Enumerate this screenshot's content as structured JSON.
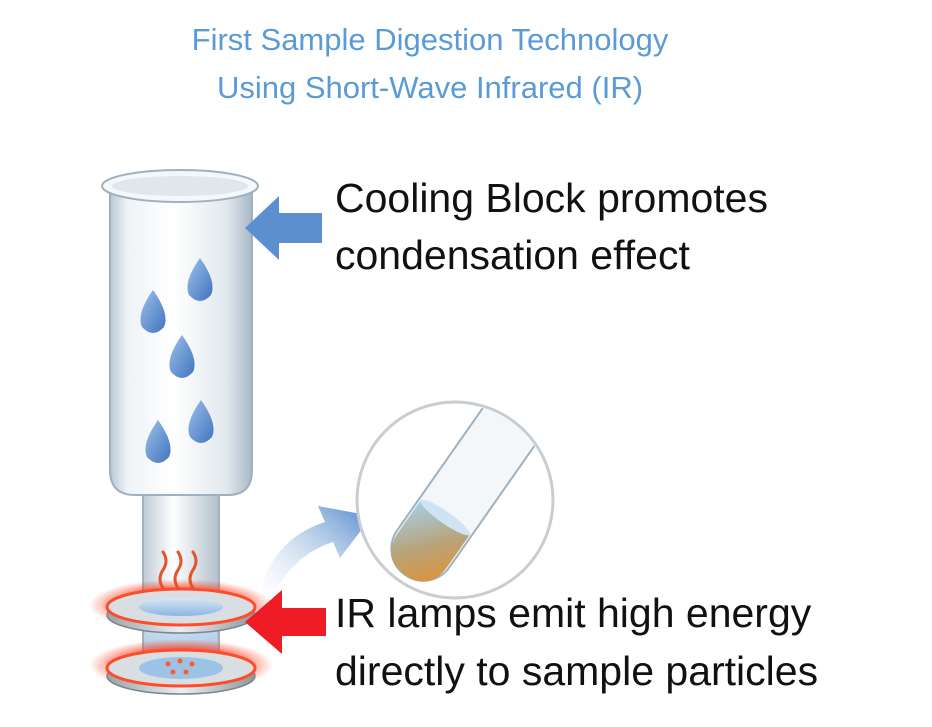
{
  "title": {
    "line1": "First Sample Digestion Technology",
    "line2": "Using Short-Wave Infrared (IR)"
  },
  "callouts": {
    "cooling_line1": "Cooling Block  promotes",
    "cooling_line2": "condensation effect",
    "ir_line1": "IR lamps emit high energy",
    "ir_line2": "directly to sample particles"
  },
  "colors": {
    "title": "#5b9bd5",
    "cooling_arrow": "#5b8fd0",
    "ir_arrow": "#ee1c25",
    "droplet": "#5b8fd0",
    "lamp_glow": "#ff3a1a",
    "sample": "#e3963f"
  },
  "icons": {
    "tube": "digestion-tube",
    "droplets": "condensation-droplet",
    "lamp": "ir-lamp-ring",
    "magnifier": "magnified-sample-tube"
  }
}
